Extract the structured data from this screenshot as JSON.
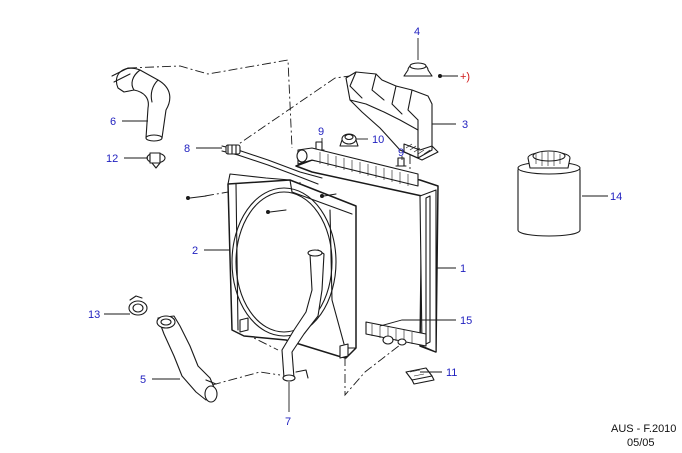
{
  "callouts": {
    "c1": "1",
    "c2": "2",
    "c3": "3",
    "c4": "4",
    "c5": "5",
    "c6": "6",
    "c7": "7",
    "c8": "8",
    "c9a": "9",
    "c9b": "9",
    "c10": "10",
    "c11": "11",
    "c12": "12",
    "c13": "13",
    "c14": "14",
    "c15": "15",
    "plus": "+)"
  },
  "footer": {
    "ref": "AUS - F.2010",
    "date": "05/05"
  }
}
